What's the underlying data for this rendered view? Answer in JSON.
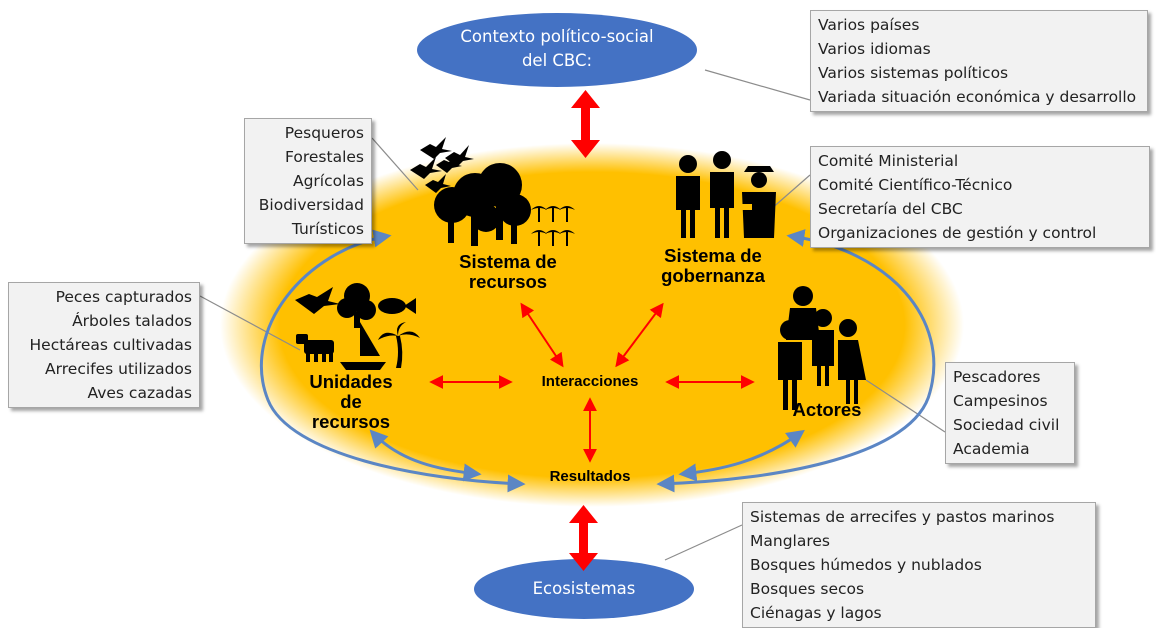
{
  "nodes": {
    "context": "Contexto político-social\ndel CBC:",
    "ecosystems": "Ecosistemas",
    "resource_system": "Sistema de\nrecursos",
    "governance_system": "Sistema de\ngobernanza",
    "resource_units": "Unidades\nde\nrecursos",
    "actors": "Actores",
    "interactions": "Interacciones",
    "outcomes": "Resultados"
  },
  "callouts": {
    "context": [
      "Varios países",
      "Varios idiomas",
      "Varios sistemas políticos",
      "Variada situación económica y desarrollo"
    ],
    "resource_system": [
      "Pesqueros",
      "Forestales",
      "Agrícolas",
      "Biodiversidad",
      "Turísticos"
    ],
    "governance": [
      "Comité Ministerial",
      "Comité Científico-Técnico",
      "Secretaría del CBC",
      "Organizaciones de gestión y control"
    ],
    "resource_units": [
      "Peces capturados",
      "Árboles talados",
      "Hectáreas cultivadas",
      "Arrecifes utilizados",
      "Aves cazadas"
    ],
    "actors": [
      "Pescadores",
      "Campesinos",
      "Sociedad civil",
      "Academia"
    ],
    "ecosystems": [
      "Sistemas de arrecifes y pastos marinos",
      "Manglares",
      "Bosques húmedos y nublados",
      "Bosques secos",
      "Ciénagas y lagos"
    ]
  },
  "colors": {
    "central_ellipse": "#ffc000",
    "oval_fill": "#4472c4",
    "cycle_arrow": "#5b86c4",
    "interaction_arrow": "#ff0000",
    "callout_fill": "#f2f2f2"
  },
  "icons": {
    "resource_system": [
      "birds-icon",
      "trees-icon",
      "palms-icon"
    ],
    "governance": [
      "officials-icon",
      "guard-icon"
    ],
    "resource_units": [
      "bird-icon",
      "tree-icon",
      "fish-icon",
      "cow-icon",
      "sailboat-icon",
      "palm-icon"
    ],
    "actors": [
      "people-group-icon"
    ]
  }
}
